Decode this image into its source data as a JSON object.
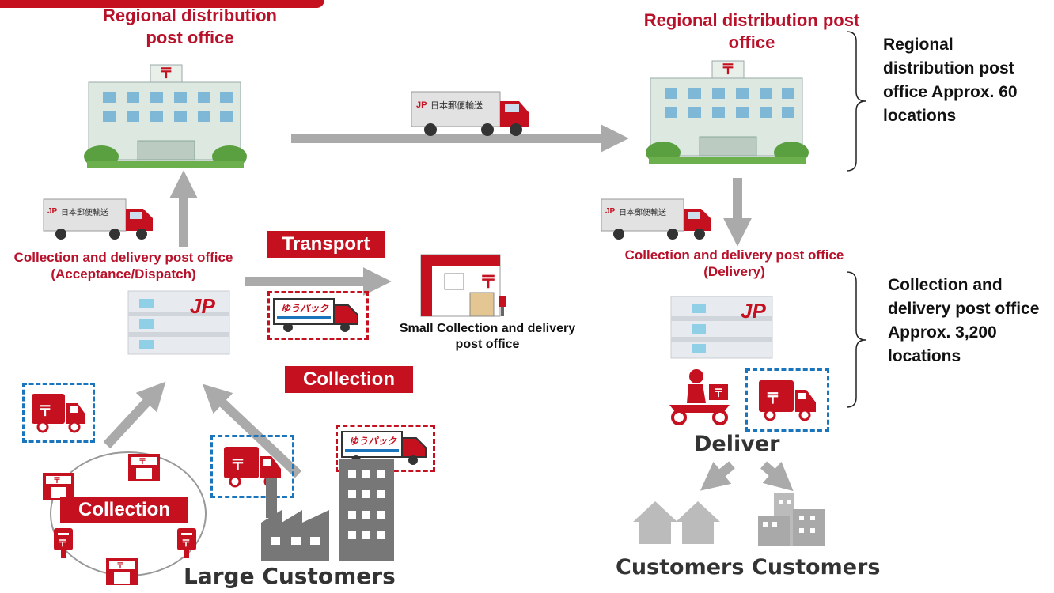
{
  "labels": {
    "regional_left": "Regional distribution post office",
    "regional_right": "Regional distribution post office",
    "collection_dispatch": "Collection and delivery post office (Acceptance/Dispatch)",
    "collection_delivery": "Collection and delivery post office (Delivery)",
    "transport_tag": "Transport",
    "collection_tag_mid": "Collection",
    "collection_tag_left": "Collection",
    "small_office": "Small Collection and delivery post office",
    "deliver": "Deliver",
    "large_customers": "Large Customers",
    "customers_1": "Customers",
    "customers_2": "Customers"
  },
  "side_notes": {
    "regional": "Regional distribution post office Approx. 60 locations",
    "collection": "Collection and delivery  post office Approx. 3,200 locations"
  },
  "truck_text": "日本郵便輸送",
  "jp_logo": "JP",
  "yupack_text": "ゆうパック",
  "colors": {
    "brand_red": "#c4101f",
    "label_red": "#b8112a",
    "arrow_gray": "#aaaaaa",
    "dash_blue": "#1b75bc"
  },
  "icons": [
    "post-office-building-icon",
    "truck-icon",
    "jp-logo-icon",
    "mailbox-icon",
    "motorbike-icon",
    "house-icon",
    "apartment-icon",
    "factory-icon"
  ]
}
